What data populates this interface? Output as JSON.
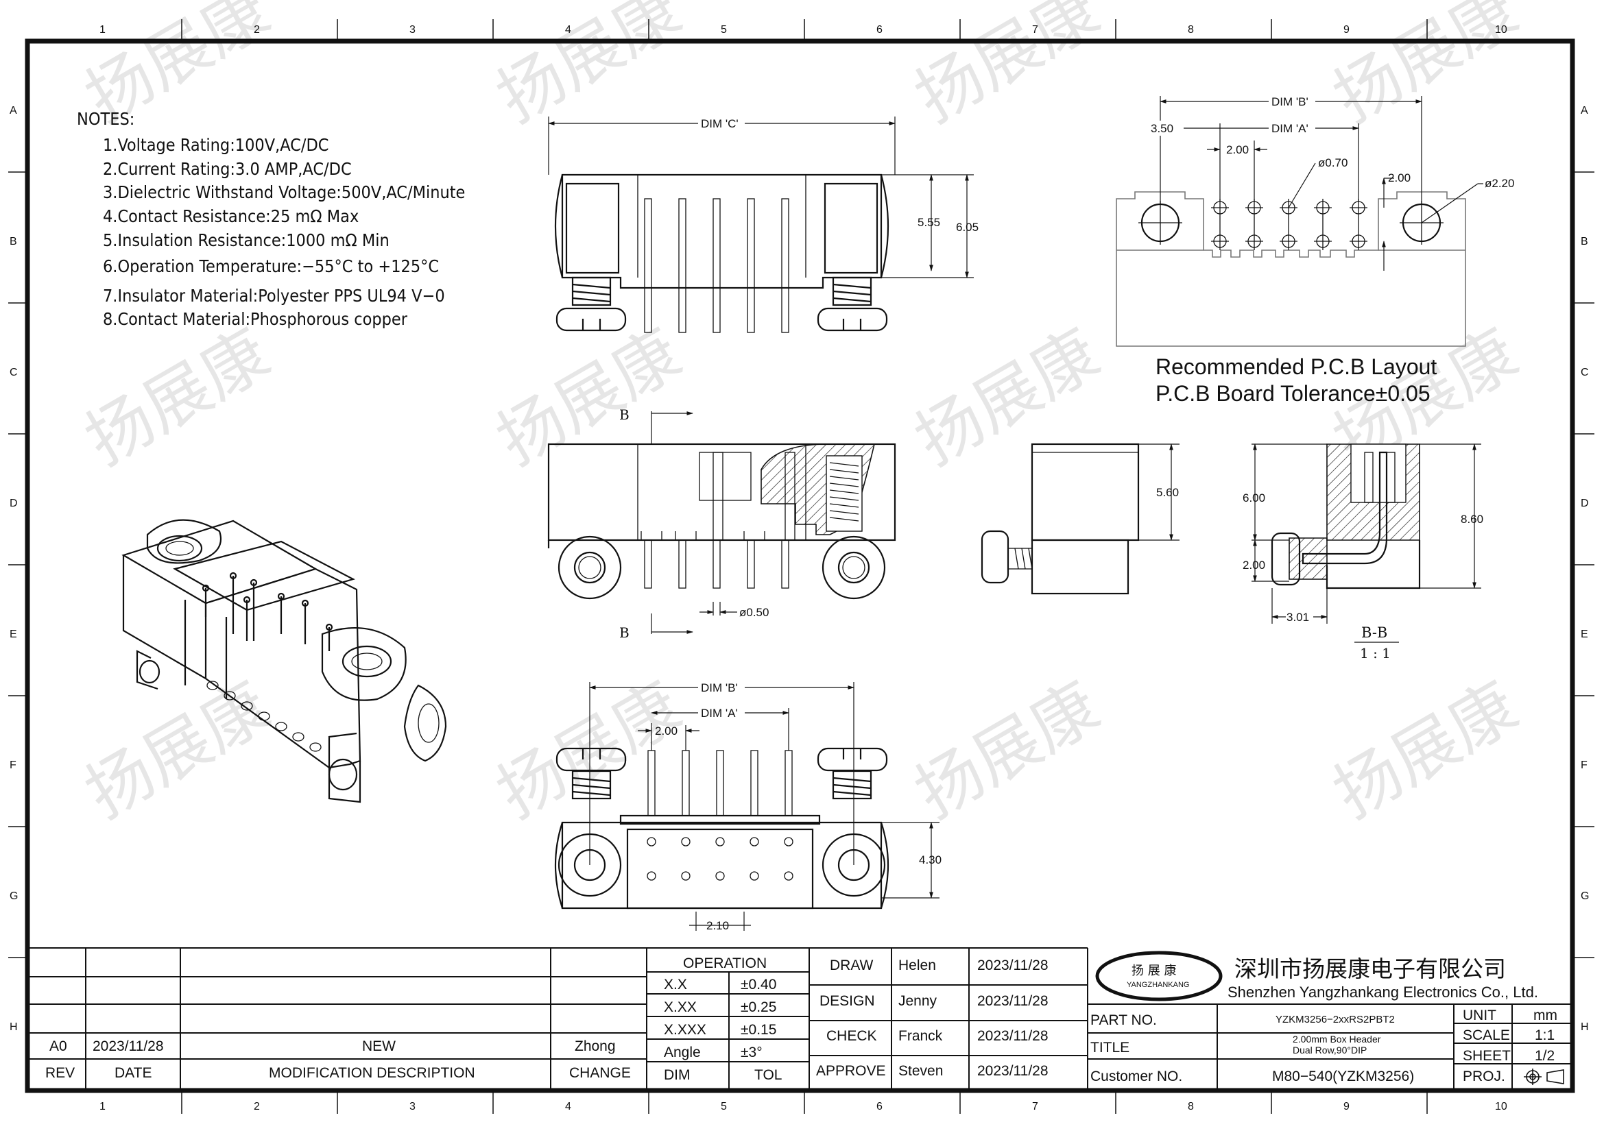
{
  "grid": {
    "columns": [
      "1",
      "2",
      "3",
      "4",
      "5",
      "6",
      "7",
      "8",
      "9",
      "10"
    ],
    "rows": [
      "A",
      "B",
      "C",
      "D",
      "E",
      "F",
      "G",
      "H"
    ]
  },
  "watermark": "扬展康",
  "notes": {
    "heading": "NOTES:",
    "items": [
      "1.Voltage  Rating:100V,AC/DC",
      "2.Current  Rating:3.0  AMP,AC/DC",
      "3.Dielectric  Withstand  Voltage:500V,AC/Minute",
      "4.Contact  Resistance:25  mΩ  Max",
      "5.Insulation  Resistance:1000  mΩ  Min",
      "6.Operation  Temperature:−55°C  to  +125°C",
      "7.Insulator  Material:Polyester  PPS  UL94  V−0",
      "8.Contact  Material:Phosphorous  copper"
    ]
  },
  "dims": {
    "top_view": {
      "dim_c": "DIM 'C'",
      "h1": "5.55",
      "h2": "6.05"
    },
    "pcb": {
      "dim_b": "DIM 'B'",
      "dim_a": "DIM 'A'",
      "edge": "3.50",
      "pitch": "2.00",
      "hole": "ø0.70",
      "row": "2.00",
      "mount": "ø2.20",
      "caption1": "Recommended  P.C.B  Layout",
      "caption2": "P.C.B  Board  Tolerance±0.05"
    },
    "front": {
      "section_mark": "B",
      "pin": "ø0.50"
    },
    "side": {
      "h": "5.60"
    },
    "section": {
      "h1": "6.00",
      "h2": "2.00",
      "h3": "8.60",
      "w": "3.01",
      "title": "B-B",
      "scale": "1 : 1"
    },
    "bottom": {
      "dim_b": "DIM 'B'",
      "dim_a": "DIM 'A'",
      "pitch": "2.00",
      "h": "4.30",
      "row": "2.10"
    }
  },
  "title_block": {
    "revisions": {
      "rev": "A0",
      "date": "2023/11/28",
      "description": "NEW",
      "change": "Zhong",
      "hdr_rev": "REV",
      "hdr_date": "DATE",
      "hdr_desc": "MODIFICATION  DESCRIPTION",
      "hdr_change": "CHANGE"
    },
    "tolerance": {
      "heading": "OPERATION",
      "rows": [
        {
          "dim": "X.X",
          "tol": "±0.40"
        },
        {
          "dim": "X.XX",
          "tol": "±0.25"
        },
        {
          "dim": "X.XXX",
          "tol": "±0.15"
        },
        {
          "dim": "Angle",
          "tol": "±3°"
        }
      ],
      "hdr_dim": "DIM",
      "hdr_tol": "TOL"
    },
    "approvals": [
      {
        "role": "DRAW",
        "name": "Helen",
        "date": "2023/11/28"
      },
      {
        "role": "DESIGN",
        "name": "Jenny",
        "date": "2023/11/28"
      },
      {
        "role": "CHECK",
        "name": "Franck",
        "date": "2023/11/28"
      },
      {
        "role": "APPROVE",
        "name": "Steven",
        "date": "2023/11/28"
      }
    ],
    "logo_cn": "扬 展 康",
    "logo_en": "YANGZHANKANG",
    "company_cn": "深圳市扬展康电子有限公司",
    "company_en": "Shenzhen  Yangzhankang  Electronics  Co.,  Ltd.",
    "part_no_label": "PART  NO.",
    "part_no": "YZKM3256−2xxRS2PBT2",
    "title_label": "TITLE",
    "title_line1": "2.00mm    Box  Header",
    "title_line2": "Dual  Row,90°DIP",
    "customer_label": "Customer  NO.",
    "customer_no": "M80−540(YZKM3256)",
    "unit_label": "UNIT",
    "unit": "mm",
    "scale_label": "SCALE",
    "scale": "1:1",
    "sheet_label": "SHEET",
    "sheet": "1/2",
    "proj_label": "PROJ."
  }
}
